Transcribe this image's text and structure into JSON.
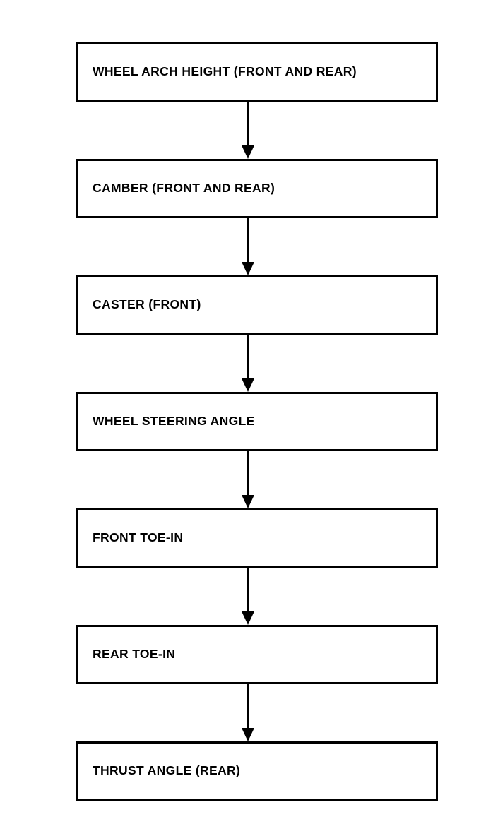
{
  "diagram": {
    "type": "flowchart",
    "orientation": "vertical-top-to-bottom",
    "background_color": "#ffffff",
    "line_color": "#000000",
    "text_color": "#000000",
    "connector_icon": "down-arrow-icon",
    "nodes": [
      {
        "id": "wheel-arch-height",
        "label": "WHEEL ARCH HEIGHT (FRONT AND REAR)"
      },
      {
        "id": "camber",
        "label": "CAMBER (FRONT AND REAR)"
      },
      {
        "id": "caster",
        "label": "CASTER (FRONT)"
      },
      {
        "id": "wheel-steering-angle",
        "label": "WHEEL STEERING ANGLE"
      },
      {
        "id": "front-toe-in",
        "label": "FRONT TOE-IN"
      },
      {
        "id": "rear-toe-in",
        "label": "REAR TOE-IN"
      },
      {
        "id": "thrust-angle",
        "label": "THRUST ANGLE (REAR)"
      }
    ]
  }
}
